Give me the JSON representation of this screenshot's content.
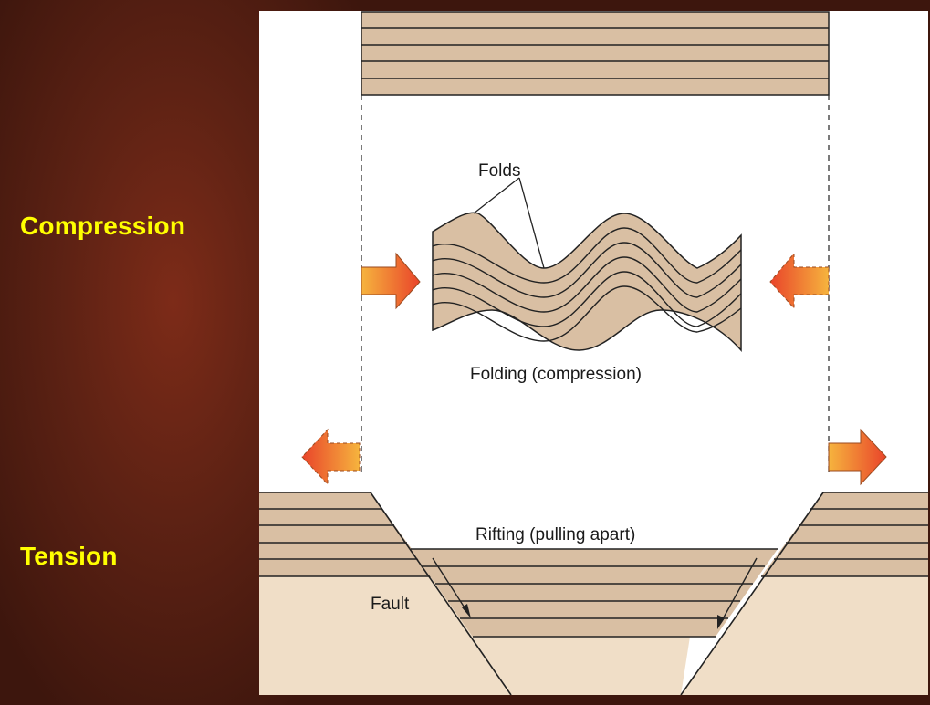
{
  "labels": {
    "compression": "Compression",
    "tension": "Tension"
  },
  "figure": {
    "folds_label": "Folds",
    "folding_caption": "Folding (compression)",
    "rifting_caption": "Rifting (pulling apart)",
    "fault_label": "Fault"
  },
  "colors": {
    "background": "#5e2214",
    "label_text": "#ffff00",
    "rock_layer": "#d9bfa3",
    "ground": "#f0dec7",
    "arrow_orange": "#f4a53a",
    "arrow_red": "#e8452a"
  }
}
